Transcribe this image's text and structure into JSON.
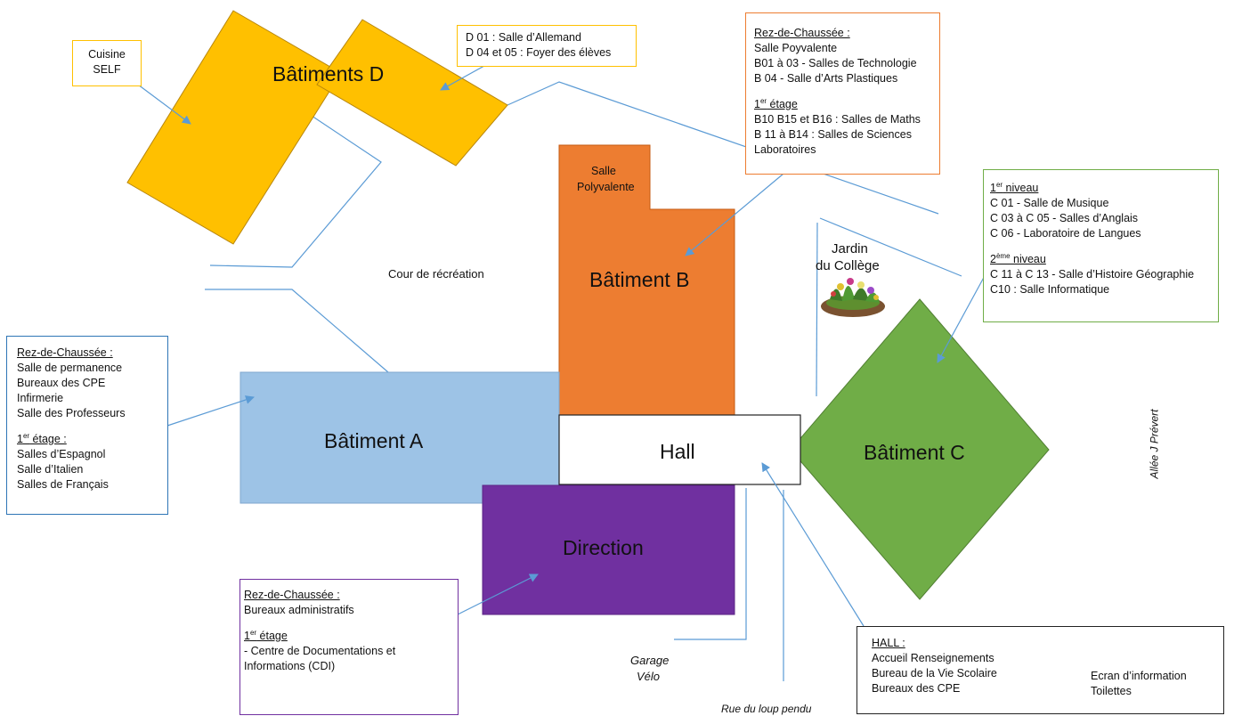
{
  "buildings": {
    "d": "Bâtiments D",
    "b": "Bâtiment B",
    "a": "Bâtiment A",
    "c": "Bâtiment C",
    "hall": "Hall",
    "direction": "Direction",
    "b_salle": [
      "Salle",
      "Polyvalente"
    ]
  },
  "colors": {
    "building_d": "#FFC000",
    "building_b": "#ED7D31",
    "building_a": "#9DC3E6",
    "building_c": "#70AD47",
    "direction": "#7030A0",
    "lines": "#5B9BD5",
    "box_a": "#2E75B6",
    "box_b": "#ED7D31",
    "box_c": "#70AD47",
    "box_dir": "#7030A0",
    "box_d": "#FFC000"
  },
  "labels": {
    "cour": "Cour de récréation",
    "jardin": [
      "Jardin",
      "du Collège"
    ],
    "garage": [
      "Garage",
      "Vélo"
    ],
    "rue": "Rue du loup pendu",
    "allee": "Allée J Prévert",
    "cuisine": [
      "Cuisine",
      "SELF"
    ]
  },
  "box_d": {
    "lines": [
      "D 01 : Salle d’Allemand",
      "D 04 et 05 : Foyer des élèves"
    ]
  },
  "box_b": {
    "rdc_title": "Rez-de-Chaussée :",
    "rdc": [
      "Salle Poyvalente",
      "B01 à 03    - Salles de Technologie",
      "B 04 - Salle d’Arts Plastiques"
    ],
    "etage_num": "1",
    "etage_sup": "er",
    "etage_word": " étage",
    "etage": [
      "B10 B15 et B16 : Salles de Maths",
      "B 11  à B14  : Salles de Sciences",
      "Laboratoires"
    ]
  },
  "box_c": {
    "n1_num": "1",
    "n1_sup": "er",
    "n1_word": " niveau",
    "n1": [
      "C 01  - Salle de Musique",
      "C 03 à C 05  - Salles d’Anglais",
      "C 06 -  Laboratoire de Langues"
    ],
    "n2_num": "2",
    "n2_sup": "ème",
    "n2_word": " niveau",
    "n2": [
      "C 11 à C 13    - Salle d’Histoire Géographie",
      "C10 : Salle Informatique"
    ]
  },
  "box_a": {
    "rdc_title": "Rez-de-Chaussée :",
    "rdc": [
      "Salle de permanence",
      "Bureaux des CPE",
      "Infirmerie",
      "Salle des Professeurs"
    ],
    "etage_num": "1",
    "etage_sup": "er",
    "etage_word": " étage :",
    "etage": [
      "Salles d’Espagnol",
      "Salle d’Italien",
      "Salles de Français"
    ]
  },
  "box_dir": {
    "rdc_title": "Rez-de-Chaussée :",
    "rdc": [
      "Bureaux administratifs"
    ],
    "etage_num": "1",
    "etage_sup": "er",
    "etage_word": " étage",
    "etage": [
      "- Centre de Documentations et",
      "Informations (CDI)"
    ]
  },
  "box_hall": {
    "title": "HALL :",
    "left": [
      "Accueil Renseignements",
      "Bureau de la Vie Scolaire",
      "Bureaux des CPE"
    ],
    "right": [
      "Ecran d’information",
      "Toilettes"
    ]
  }
}
